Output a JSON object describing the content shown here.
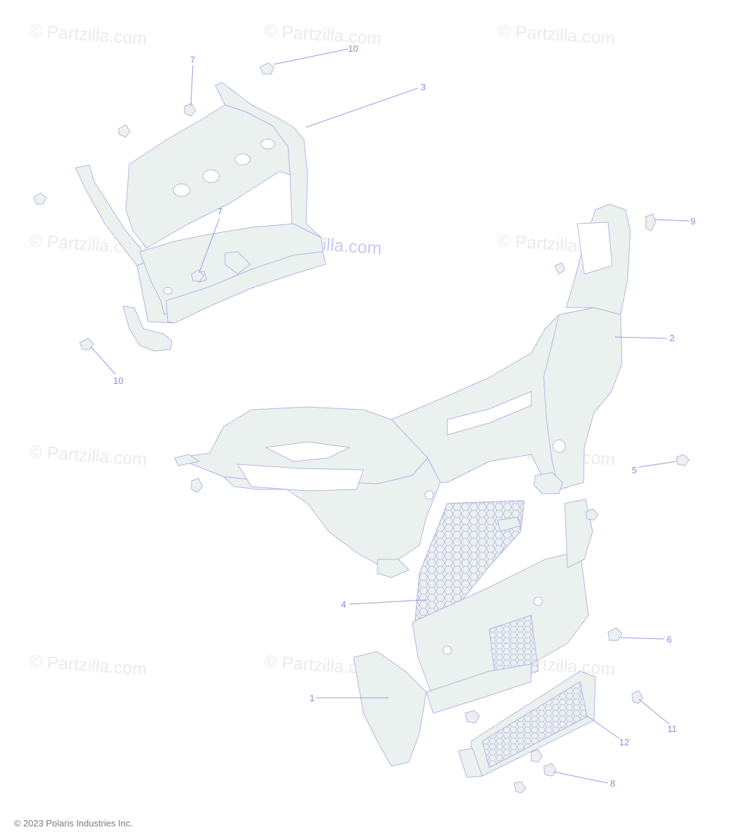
{
  "watermark": {
    "text": "© Partzilla.com"
  },
  "callouts": {
    "c1": "1",
    "c2": "2",
    "c3": "3",
    "c4": "4",
    "c5": "5",
    "c6": "6",
    "c7a": "7",
    "c7b": "7",
    "c8": "8",
    "c9": "9",
    "c10a": "10",
    "c10b": "10",
    "c11": "11",
    "c12": "12"
  },
  "copyright": "© 2023 Polaris Industries Inc.",
  "colors": {
    "part_fill": "#eaf1ee",
    "part_stroke": "#b6b6e6",
    "leader": "#9a9ae6",
    "callout_text": "#8a8ae0"
  }
}
